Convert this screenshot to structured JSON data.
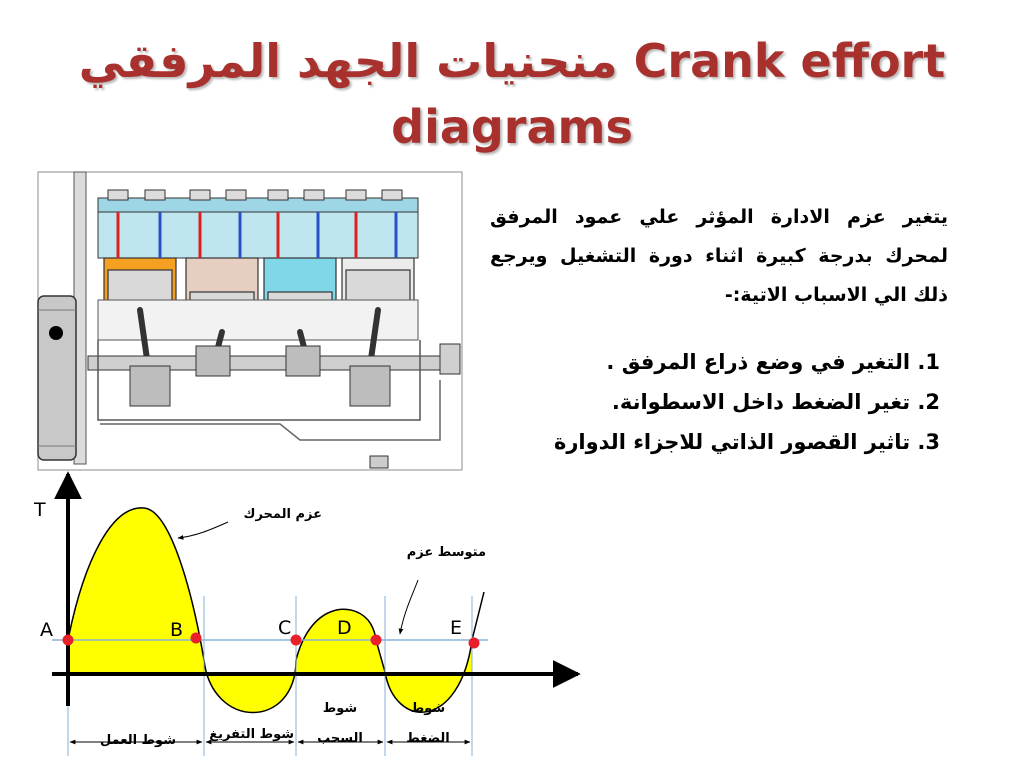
{
  "slide": {
    "title_line1": "منحنيات الجهد المرفقي  Crank effort",
    "title_line2": "diagrams",
    "description": "يتغير عزم الادارة المؤثر علي عمود المرفق لمحرك بدرجة كبيرة اثناء دورة التشغيل ويرجع ذلك الي الاسباب الاتية:-",
    "reasons": [
      "1. التغير في وضع ذراع المرفق .",
      "2. تغير الضغط داخل الاسطوانة.",
      "3. تاثير القصور الذاتي للاجزاء الدوارة"
    ]
  },
  "diagram": {
    "axis_label": "T",
    "points": [
      "A",
      "B",
      "C",
      "D",
      "E"
    ],
    "annotations": {
      "engine_torque": "عزم المحرك",
      "mean_torque": "متوسط عزم"
    },
    "strokes": {
      "power": "شوط العمل",
      "exhaust": "شوط التفريغ",
      "intake_line1": "شوط",
      "intake_line2": "السحب",
      "compression_line1": "شوط",
      "compression_line2": "الضغط"
    },
    "colors": {
      "fill": "#ffff00",
      "marker": "#e8202a",
      "guide": "#87b2d6",
      "cooling": "#bfe6ef"
    }
  }
}
